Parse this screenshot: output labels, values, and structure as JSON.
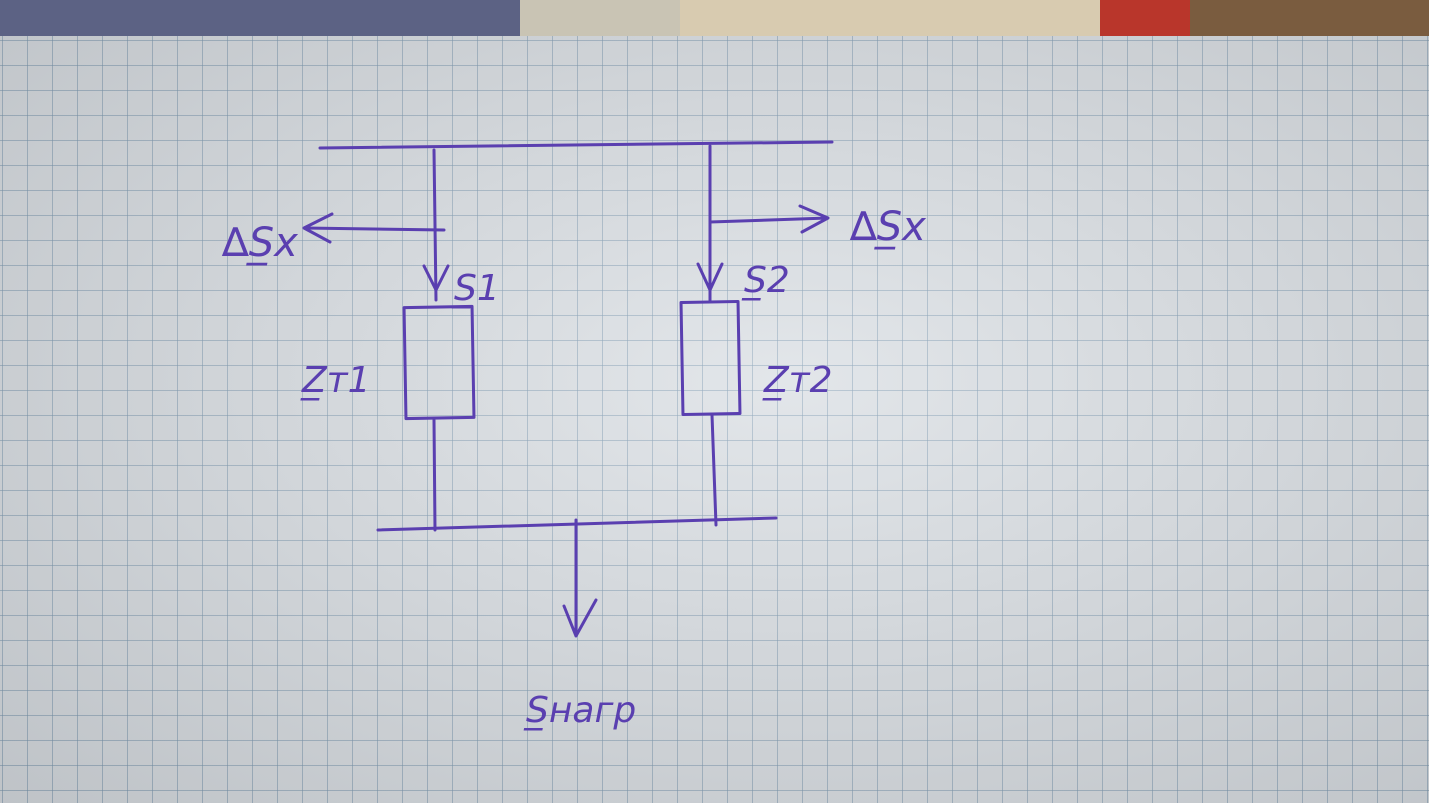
{
  "diagram": {
    "labels": {
      "delta_s_left": "∆S̲x",
      "delta_s_right": "∆S̲x",
      "s1": "S̲1",
      "s2": "S̲2",
      "z_t1": "Z̲т1",
      "z_t2": "Z̲т2",
      "s_load": "S̲нагр"
    },
    "colors": {
      "ink": "#5a3fb0",
      "paper": "#d9dee3",
      "grid": "#7896af"
    }
  }
}
